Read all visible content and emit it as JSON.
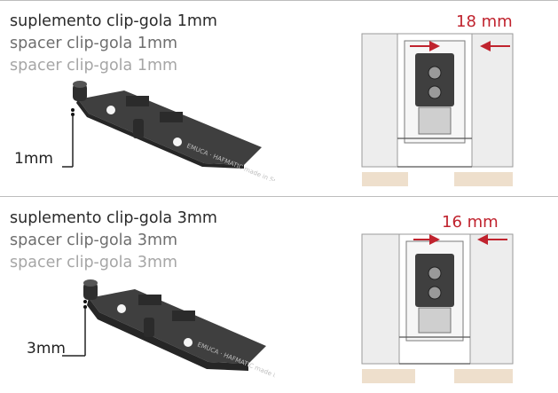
{
  "sections": [
    {
      "title_es": "suplemento clip-gola 1mm",
      "title_en": "spacer clip-gola 1mm",
      "title_alt": "spacer clip-gola 1mm",
      "thickness_label": "1mm",
      "gap_label": "18 mm",
      "brand_mark": "EMUCA · HAFMATIC made in Spain"
    },
    {
      "title_es": "suplemento clip-gola 3mm",
      "title_en": "spacer clip-gola 3mm",
      "title_alt": "spacer clip-gola 3mm",
      "thickness_label": "3mm",
      "gap_label": "16 mm",
      "brand_mark": "EMUCA · HAFMATIC made in Spain"
    }
  ],
  "colors": {
    "accent": "#c0232e",
    "part": "#3a3a3a",
    "floor": "#eedfcc"
  }
}
